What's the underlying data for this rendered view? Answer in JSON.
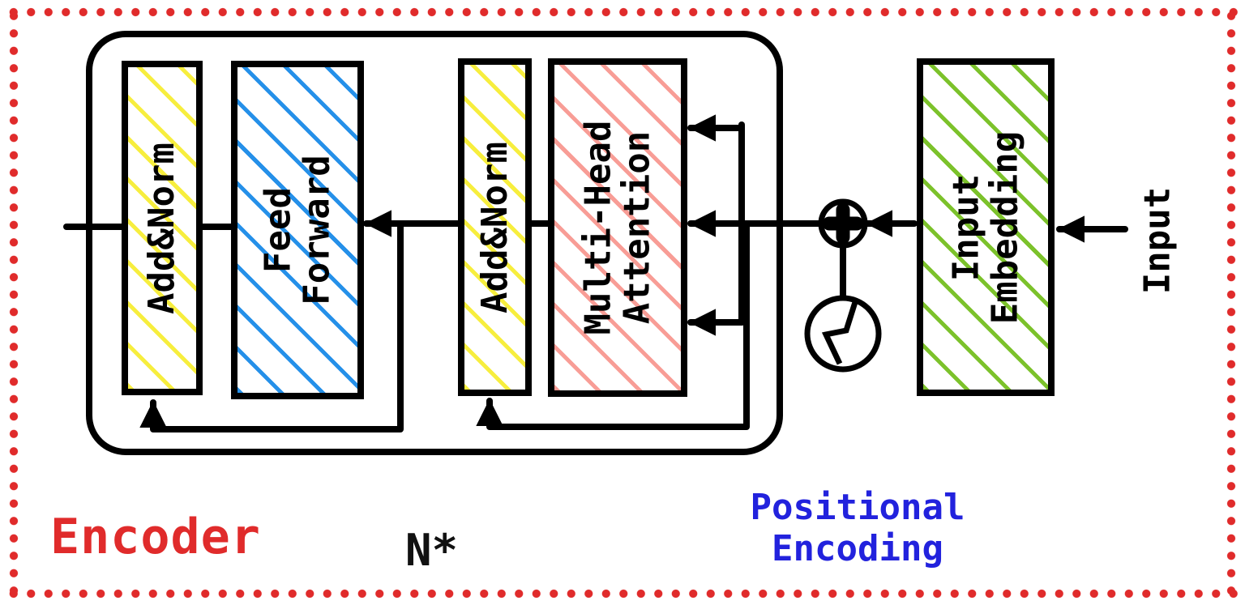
{
  "diagram": {
    "type": "transformer-encoder-architecture",
    "title": "Encoder",
    "repeat_label": "N*",
    "input_label": "Input",
    "positional_encoding_label": "Positional\nEncoding",
    "blocks": [
      {
        "id": "add-norm-1",
        "label": "Add&Norm",
        "hatch_color": "#f7ee3e"
      },
      {
        "id": "feed-forward",
        "label": "Feed\nForward",
        "hatch_color": "#2590e9"
      },
      {
        "id": "add-norm-2",
        "label": "Add&Norm",
        "hatch_color": "#f7ee3e"
      },
      {
        "id": "multi-head-attention",
        "label": "Multi-Head\nAttention",
        "hatch_color": "#f89d96"
      },
      {
        "id": "input-embedding",
        "label": "Input\nEmbedding",
        "hatch_color": "#7cc22b"
      }
    ],
    "icons": {
      "add": "circle-plus-icon",
      "positional_encoding": "circle-wave-icon"
    },
    "colors": {
      "frame_border": "#e02b2b",
      "title": "#e02b2b",
      "positional_label": "#2222dd",
      "wire": "#000000"
    }
  }
}
